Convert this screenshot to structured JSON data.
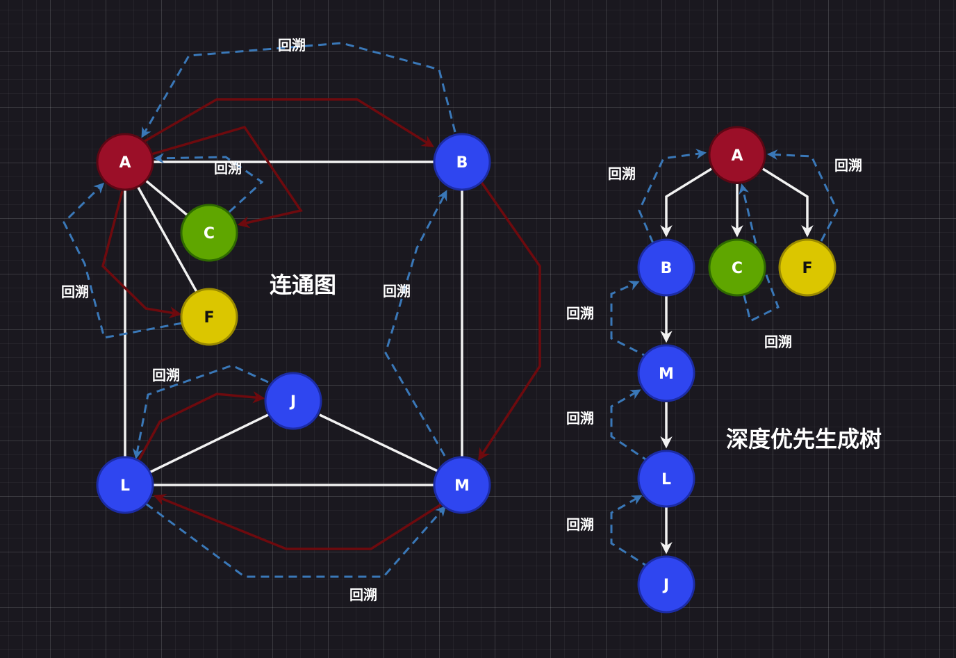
{
  "left_graph": {
    "title": "连通图",
    "nodes": {
      "A": {
        "label": "A",
        "color": "#9b0f28"
      },
      "B": {
        "label": "B",
        "color": "#2f46f0"
      },
      "C": {
        "label": "C",
        "color": "#5fa600"
      },
      "F": {
        "label": "F",
        "color": "#dbc600"
      },
      "J": {
        "label": "J",
        "color": "#2f46f0"
      },
      "L": {
        "label": "L",
        "color": "#2f46f0"
      },
      "M": {
        "label": "M",
        "color": "#2f46f0"
      }
    },
    "backtrack_labels": [
      "回溯",
      "回溯",
      "回溯",
      "回溯",
      "回溯",
      "回溯"
    ]
  },
  "right_tree": {
    "title": "深度优先生成树",
    "nodes": {
      "A": {
        "label": "A",
        "color": "#9b0f28"
      },
      "B": {
        "label": "B",
        "color": "#2f46f0"
      },
      "C": {
        "label": "C",
        "color": "#5fa600"
      },
      "F": {
        "label": "F",
        "color": "#dbc600"
      },
      "M": {
        "label": "M",
        "color": "#2f46f0"
      },
      "L": {
        "label": "L",
        "color": "#2f46f0"
      },
      "J": {
        "label": "J",
        "color": "#2f46f0"
      }
    },
    "backtrack_labels": [
      "回溯",
      "回溯",
      "回溯",
      "回溯",
      "回溯",
      "回溯"
    ]
  }
}
